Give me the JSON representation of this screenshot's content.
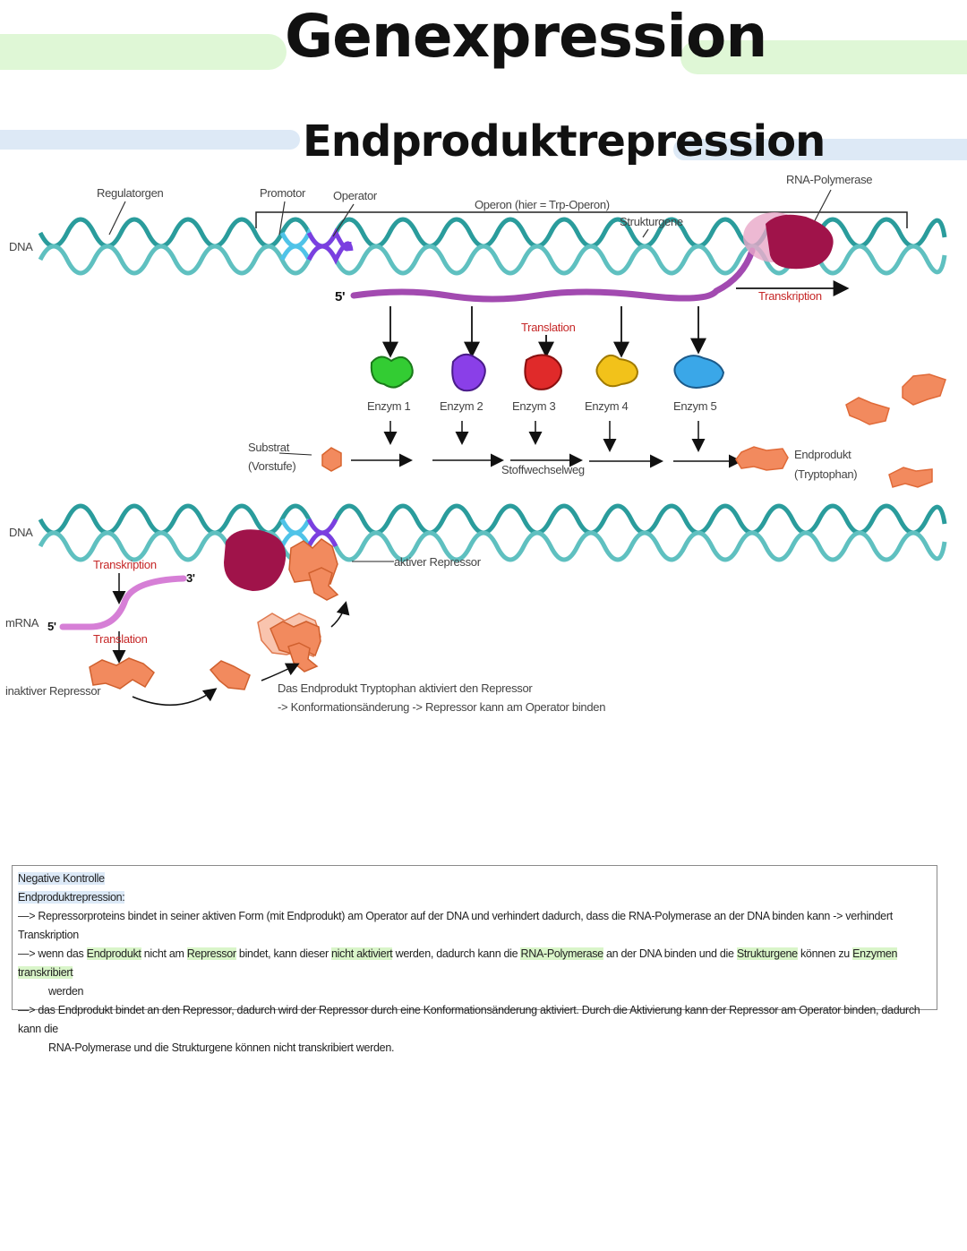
{
  "title": "Genexpression",
  "subtitle": "Endproduktrepression",
  "top": {
    "dna": "DNA",
    "regulatorgen": "Regulatorgen",
    "promotor": "Promotor",
    "operator": "Operator",
    "operon": "Operon (hier = Trp-Operon)",
    "strukturgene": "Strukturgene",
    "rna_polymerase": "RNA-Polymerase",
    "transkription": "Transkription",
    "five_prime": "5'",
    "translation": "Translation",
    "enzymes": [
      "Enzym 1",
      "Enzym 2",
      "Enzym 3",
      "Enzym 4",
      "Enzym 5"
    ],
    "substrat": "Substrat",
    "vorstufe": "(Vorstufe)",
    "stoffwechselweg": "Stoffwechselweg",
    "endprodukt": "Endprodukt",
    "tryptophan": "(Tryptophan)"
  },
  "bottom": {
    "dna": "DNA",
    "transkription": "Transkription",
    "three_prime": "3'",
    "mrna": "mRNA",
    "five_prime": "5'",
    "translation": "Translation",
    "inaktiver_repressor": "inaktiver Repressor",
    "aktiver_repressor": "aktiver Repressor",
    "caption_1": "Das Endprodukt Tryptophan aktiviert den Repressor",
    "caption_2": "-> Konformationsänderung -> Repressor kann am Operator binden"
  },
  "notes": {
    "heading_1": "Negative Kontrolle",
    "heading_2": "Endproduktrepression:",
    "bullet_1": "—> Repressorproteins bindet in seiner aktiven Form (mit Endprodukt) am Operator auf der DNA und verhindert dadurch, dass die RNA-Polymerase an der DNA binden kann -> verhindert Transkription",
    "b2_a": "—> wenn das ",
    "b2_b": "Endprodukt",
    "b2_c": " nicht am ",
    "b2_d": "Repressor",
    "b2_e": " bindet, kann dieser ",
    "b2_f": "nicht aktiviert",
    "b2_g": " werden, dadurch kann die ",
    "b2_h": "RNA-Polymerase",
    "b2_i": " an der DNA binden und die ",
    "b2_j": "Strukturgene",
    "b2_k": " können zu ",
    "b2_l": "Enzymen transkribiert",
    "b2_m": "werden",
    "bullet_3": "—> das Endprodukt bindet an den Repressor, dadurch wird der Repressor durch eine Konformationsänderung aktiviert. Durch die Aktivierung kann der Repressor am Operator binden, dadurch kann die",
    "bullet_3b": "RNA-Polymerase und die Strukturgene können nicht transkribiert werden."
  },
  "colors": {
    "dna": "#2a9c9c",
    "operator": "#7b3fe0",
    "promotor": "#4fc3e8",
    "polymerase": "#a0134a",
    "mrna": "#d67fd6",
    "repressor": "#f28a5e",
    "enzyme_colors": [
      "#33cc33",
      "#8a3fe8",
      "#e02a2a",
      "#f2c21a",
      "#3aa7e8"
    ]
  }
}
